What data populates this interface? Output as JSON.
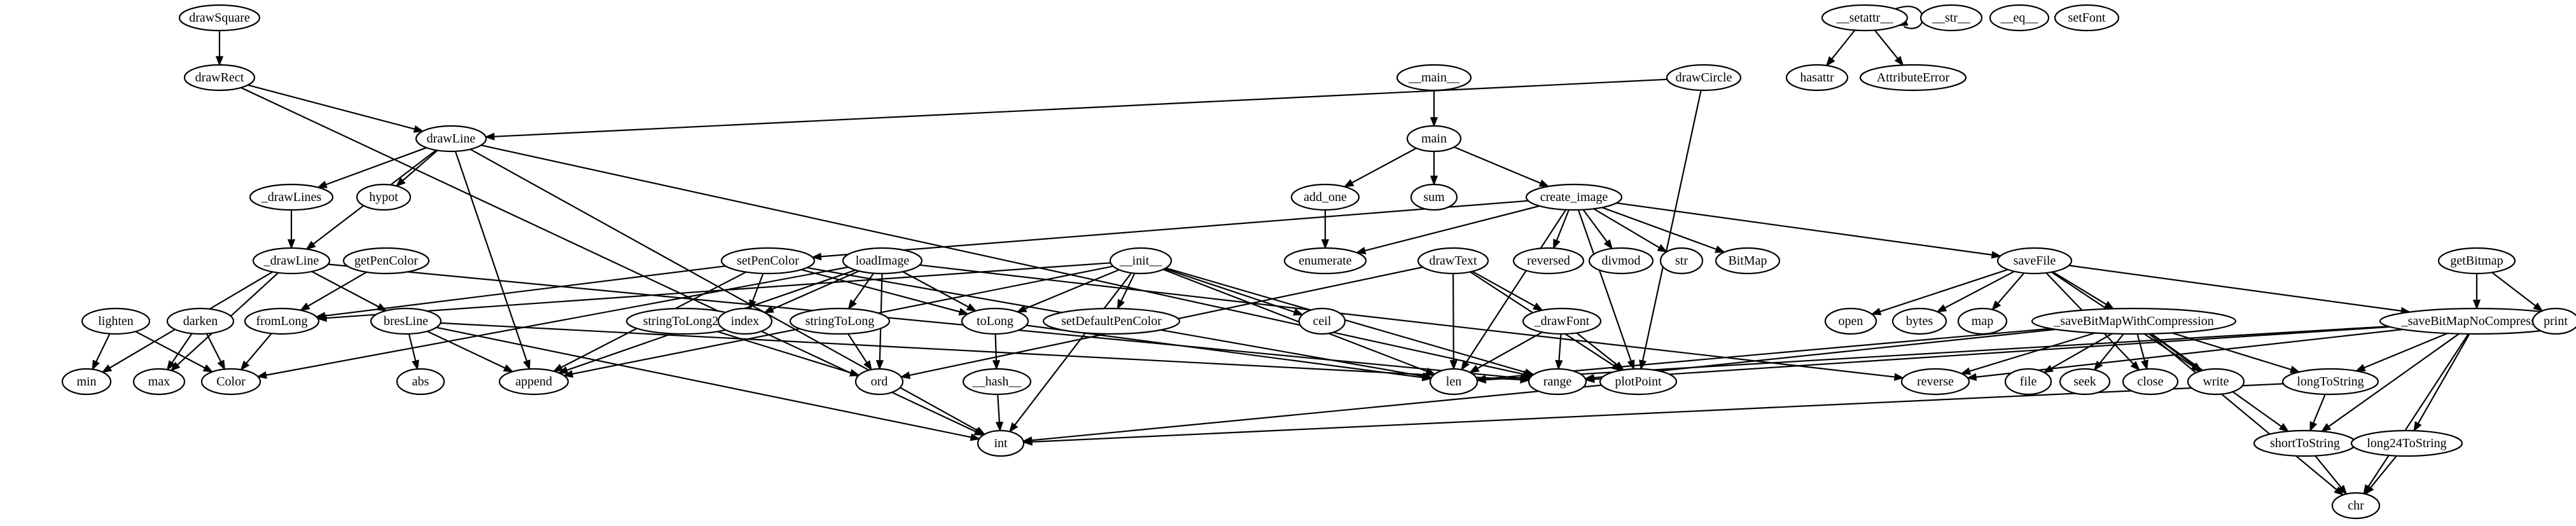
{
  "graph": {
    "type": "call-graph",
    "nodes": [
      {
        "id": "drawSquare",
        "label": "drawSquare"
      },
      {
        "id": "drawRect",
        "label": "drawRect"
      },
      {
        "id": "drawLine",
        "label": "drawLine"
      },
      {
        "id": "__main__",
        "label": "__main__"
      },
      {
        "id": "drawCircle",
        "label": "drawCircle"
      },
      {
        "id": "main",
        "label": "main"
      },
      {
        "id": "_drawLines",
        "label": "_drawLines"
      },
      {
        "id": "hypot",
        "label": "hypot"
      },
      {
        "id": "add_one",
        "label": "add_one"
      },
      {
        "id": "sum",
        "label": "sum"
      },
      {
        "id": "create_image",
        "label": "create_image"
      },
      {
        "id": "_drawLine",
        "label": "_drawLine"
      },
      {
        "id": "getPenColor",
        "label": "getPenColor"
      },
      {
        "id": "setPenColor",
        "label": "setPenColor"
      },
      {
        "id": "loadImage",
        "label": "loadImage"
      },
      {
        "id": "__init__",
        "label": "__init__"
      },
      {
        "id": "enumerate",
        "label": "enumerate"
      },
      {
        "id": "drawText",
        "label": "drawText"
      },
      {
        "id": "reversed",
        "label": "reversed"
      },
      {
        "id": "divmod",
        "label": "divmod"
      },
      {
        "id": "str",
        "label": "str"
      },
      {
        "id": "BitMap",
        "label": "BitMap"
      },
      {
        "id": "saveFile",
        "label": "saveFile"
      },
      {
        "id": "getBitmap",
        "label": "getBitmap"
      },
      {
        "id": "lighten",
        "label": "lighten"
      },
      {
        "id": "darken",
        "label": "darken"
      },
      {
        "id": "fromLong",
        "label": "fromLong"
      },
      {
        "id": "bresLine",
        "label": "bresLine"
      },
      {
        "id": "stringToLong24",
        "label": "stringToLong24"
      },
      {
        "id": "index",
        "label": "index"
      },
      {
        "id": "stringToLong",
        "label": "stringToLong"
      },
      {
        "id": "toLong",
        "label": "toLong"
      },
      {
        "id": "setDefaultPenColor",
        "label": "setDefaultPenColor"
      },
      {
        "id": "ceil",
        "label": "ceil"
      },
      {
        "id": "_drawFont",
        "label": "_drawFont"
      },
      {
        "id": "open",
        "label": "open"
      },
      {
        "id": "bytes",
        "label": "bytes"
      },
      {
        "id": "map",
        "label": "map"
      },
      {
        "id": "_saveBitMapWithCompression",
        "label": "_saveBitMapWithCompression"
      },
      {
        "id": "_saveBitMapNoCompression",
        "label": "_saveBitMapNoCompression"
      },
      {
        "id": "print",
        "label": "print"
      },
      {
        "id": "min",
        "label": "min"
      },
      {
        "id": "max",
        "label": "max"
      },
      {
        "id": "Color",
        "label": "Color"
      },
      {
        "id": "abs",
        "label": "abs"
      },
      {
        "id": "append",
        "label": "append"
      },
      {
        "id": "ord",
        "label": "ord"
      },
      {
        "id": "__hash__",
        "label": "__hash__"
      },
      {
        "id": "len",
        "label": "len"
      },
      {
        "id": "range",
        "label": "range"
      },
      {
        "id": "plotPoint",
        "label": "plotPoint"
      },
      {
        "id": "reverse",
        "label": "reverse"
      },
      {
        "id": "file",
        "label": "file"
      },
      {
        "id": "seek",
        "label": "seek"
      },
      {
        "id": "close",
        "label": "close"
      },
      {
        "id": "write",
        "label": "write"
      },
      {
        "id": "longToString",
        "label": "longToString"
      },
      {
        "id": "int",
        "label": "int"
      },
      {
        "id": "shortToString",
        "label": "shortToString"
      },
      {
        "id": "long24ToString",
        "label": "long24ToString"
      },
      {
        "id": "chr",
        "label": "chr"
      },
      {
        "id": "__setattr__",
        "label": "__setattr__"
      },
      {
        "id": "__str__",
        "label": "__str__"
      },
      {
        "id": "__eq__",
        "label": "__eq__"
      },
      {
        "id": "setFont",
        "label": "setFont"
      },
      {
        "id": "hasattr",
        "label": "hasattr"
      },
      {
        "id": "AttributeError",
        "label": "AttributeError"
      }
    ],
    "edges": [
      [
        "drawSquare",
        "drawRect"
      ],
      [
        "drawRect",
        "drawLine"
      ],
      [
        "drawRect",
        "int"
      ],
      [
        "__main__",
        "main"
      ],
      [
        "drawCircle",
        "drawLine"
      ],
      [
        "drawCircle",
        "plotPoint"
      ],
      [
        "drawLine",
        "_drawLines"
      ],
      [
        "drawLine",
        "hypot"
      ],
      [
        "drawLine",
        "_drawLine"
      ],
      [
        "drawLine",
        "int"
      ],
      [
        "drawLine",
        "append"
      ],
      [
        "drawLine",
        "range"
      ],
      [
        "main",
        "add_one"
      ],
      [
        "main",
        "sum"
      ],
      [
        "main",
        "create_image"
      ],
      [
        "add_one",
        "enumerate"
      ],
      [
        "_drawLines",
        "_drawLine"
      ],
      [
        "create_image",
        "enumerate"
      ],
      [
        "create_image",
        "reversed"
      ],
      [
        "create_image",
        "divmod"
      ],
      [
        "create_image",
        "str"
      ],
      [
        "create_image",
        "BitMap"
      ],
      [
        "create_image",
        "saveFile"
      ],
      [
        "create_image",
        "setPenColor"
      ],
      [
        "create_image",
        "len"
      ],
      [
        "create_image",
        "plotPoint"
      ],
      [
        "_drawLine",
        "min"
      ],
      [
        "_drawLine",
        "max"
      ],
      [
        "_drawLine",
        "bresLine"
      ],
      [
        "_drawLine",
        "range"
      ],
      [
        "getPenColor",
        "fromLong"
      ],
      [
        "setPenColor",
        "index"
      ],
      [
        "setPenColor",
        "toLong"
      ],
      [
        "setPenColor",
        "fromLong"
      ],
      [
        "setPenColor",
        "append"
      ],
      [
        "setPenColor",
        "len"
      ],
      [
        "loadImage",
        "stringToLong"
      ],
      [
        "loadImage",
        "toLong"
      ],
      [
        "loadImage",
        "ord"
      ],
      [
        "loadImage",
        "append"
      ],
      [
        "loadImage",
        "index"
      ],
      [
        "loadImage",
        "Color"
      ],
      [
        "loadImage",
        "reverse"
      ],
      [
        "__init__",
        "toLong"
      ],
      [
        "__init__",
        "setDefaultPenColor"
      ],
      [
        "__init__",
        "ceil"
      ],
      [
        "__init__",
        "fromLong"
      ],
      [
        "__init__",
        "append"
      ],
      [
        "__init__",
        "len"
      ],
      [
        "__init__",
        "int"
      ],
      [
        "__init__",
        "range"
      ],
      [
        "drawText",
        "_drawFont"
      ],
      [
        "drawText",
        "len"
      ],
      [
        "drawText",
        "ord"
      ],
      [
        "drawText",
        "plotPoint"
      ],
      [
        "saveFile",
        "open"
      ],
      [
        "saveFile",
        "bytes"
      ],
      [
        "saveFile",
        "map"
      ],
      [
        "saveFile",
        "_saveBitMapWithCompression"
      ],
      [
        "saveFile",
        "_saveBitMapNoCompression"
      ],
      [
        "saveFile",
        "close"
      ],
      [
        "saveFile",
        "write"
      ],
      [
        "getBitmap",
        "_saveBitMapNoCompression"
      ],
      [
        "getBitmap",
        "print"
      ],
      [
        "lighten",
        "min"
      ],
      [
        "lighten",
        "Color"
      ],
      [
        "darken",
        "max"
      ],
      [
        "darken",
        "Color"
      ],
      [
        "fromLong",
        "Color"
      ],
      [
        "bresLine",
        "abs"
      ],
      [
        "bresLine",
        "append"
      ],
      [
        "bresLine",
        "int"
      ],
      [
        "bresLine",
        "range"
      ],
      [
        "stringToLong24",
        "ord"
      ],
      [
        "stringToLong",
        "ord"
      ],
      [
        "toLong",
        "__hash__"
      ],
      [
        "toLong",
        "len"
      ],
      [
        "__hash__",
        "int"
      ],
      [
        "_drawFont",
        "range"
      ],
      [
        "_drawFont",
        "plotPoint"
      ],
      [
        "_drawFont",
        "len"
      ],
      [
        "plotPoint",
        "int"
      ],
      [
        "_saveBitMapWithCompression",
        "reverse"
      ],
      [
        "_saveBitMapWithCompression",
        "file"
      ],
      [
        "_saveBitMapWithCompression",
        "seek"
      ],
      [
        "_saveBitMapWithCompression",
        "close"
      ],
      [
        "_saveBitMapWithCompression",
        "write"
      ],
      [
        "_saveBitMapWithCompression",
        "longToString"
      ],
      [
        "_saveBitMapWithCompression",
        "shortToString"
      ],
      [
        "_saveBitMapWithCompression",
        "chr"
      ],
      [
        "_saveBitMapWithCompression",
        "len"
      ],
      [
        "_saveBitMapWithCompression",
        "range"
      ],
      [
        "_saveBitMapNoCompression",
        "reverse"
      ],
      [
        "_saveBitMapNoCompression",
        "longToString"
      ],
      [
        "_saveBitMapNoCompression",
        "shortToString"
      ],
      [
        "_saveBitMapNoCompression",
        "long24ToString"
      ],
      [
        "_saveBitMapNoCompression",
        "chr"
      ],
      [
        "_saveBitMapNoCompression",
        "len"
      ],
      [
        "_saveBitMapNoCompression",
        "range"
      ],
      [
        "longToString",
        "shortToString"
      ],
      [
        "longToString",
        "int"
      ],
      [
        "shortToString",
        "chr"
      ],
      [
        "long24ToString",
        "chr"
      ],
      [
        "__setattr__",
        "__setattr__"
      ],
      [
        "__setattr__",
        "hasattr"
      ],
      [
        "__setattr__",
        "AttributeError"
      ]
    ]
  }
}
